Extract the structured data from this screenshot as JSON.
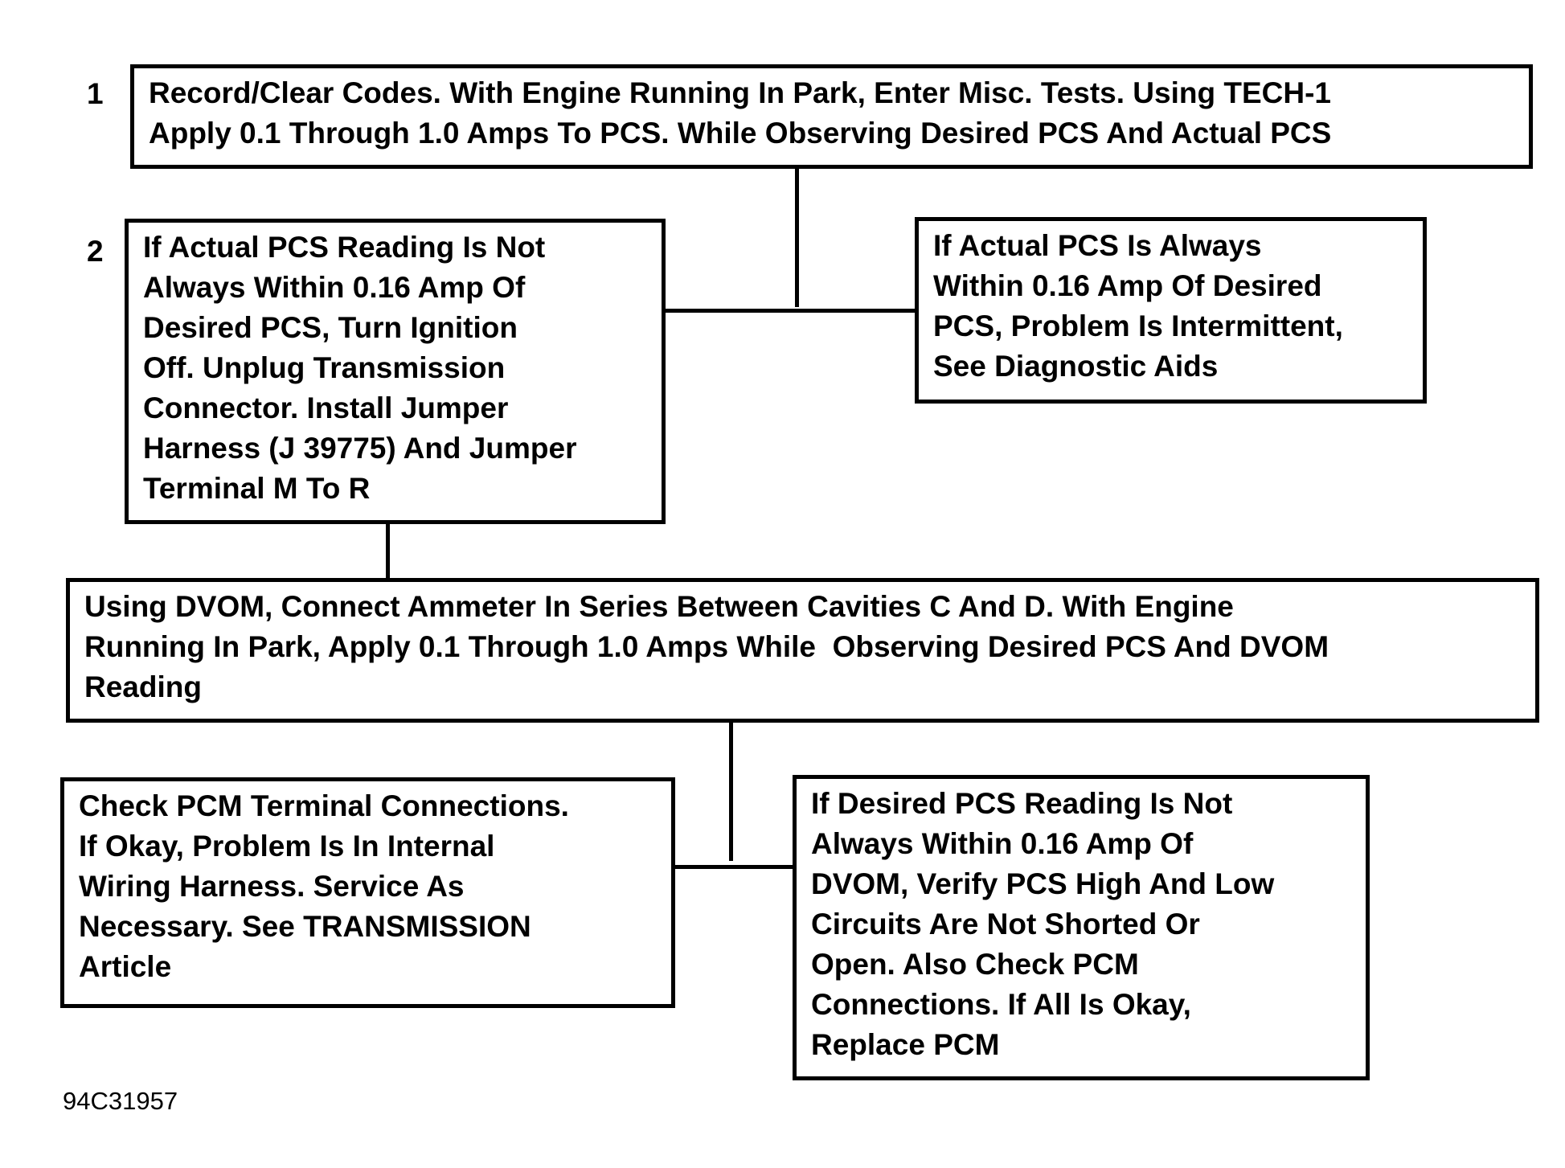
{
  "steps": {
    "step1_number": "1",
    "step2_number": "2"
  },
  "boxes": {
    "step1": [
      "Record/Clear Codes. With Engine Running In Park, Enter Misc. Tests. Using TECH-1",
      "Apply 0.1 Through 1.0 Amps To PCS. While Observing Desired PCS And Actual PCS"
    ],
    "step2_not_within": [
      "If Actual PCS Reading Is Not",
      "Always Within 0.16 Amp Of",
      "Desired PCS, Turn Ignition",
      "Off. Unplug Transmission",
      "Connector. Install Jumper",
      "Harness (J 39775) And Jumper",
      "Terminal M To R"
    ],
    "step2_within": [
      "If Actual PCS Is Always",
      "Within 0.16 Amp Of Desired",
      "PCS, Problem Is Intermittent,",
      "See Diagnostic Aids"
    ],
    "dvom_test": [
      "Using DVOM, Connect Ammeter In Series Between Cavities C And D. With Engine",
      "Running In Park, Apply 0.1 Through 1.0 Amps While  Observing Desired PCS And DVOM",
      "Reading"
    ],
    "check_pcm_terminals": [
      "Check PCM Terminal Connections.",
      "If Okay, Problem Is In Internal",
      "Wiring Harness. Service As",
      "Necessary. See TRANSMISSION",
      "Article"
    ],
    "desired_not_within": [
      "If Desired PCS Reading Is Not",
      "Always Within 0.16 Amp Of",
      "DVOM, Verify PCS High And Low",
      "Circuits Are Not Shorted Or",
      "Open. Also Check PCM",
      "Connections. If All Is Okay,",
      "Replace PCM"
    ]
  },
  "figure_id": "94C31957"
}
